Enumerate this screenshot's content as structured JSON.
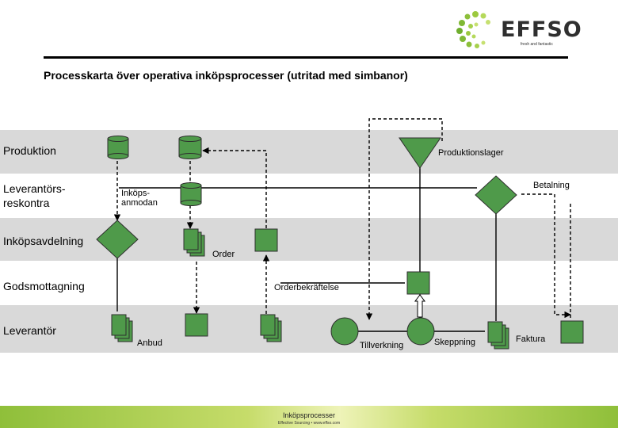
{
  "header": {
    "brand": "EFFSO",
    "tagline": "fresh and fantastic",
    "title": "Processkarta över operativa inköpsprocesser (utritad med simbanor)"
  },
  "lanes": [
    {
      "label": "Produktion",
      "color": "#d9d9d9"
    },
    {
      "label": "Leverantörs-\nreskontra",
      "color": "#ffffff"
    },
    {
      "label": "Inköpsavdelning",
      "color": "#d9d9d9"
    },
    {
      "label": "Godsmottagning",
      "color": "#ffffff"
    },
    {
      "label": "Leverantör",
      "color": "#d9d9d9"
    }
  ],
  "labels": {
    "produktionslager": "Produktionslager",
    "betalning": "Betalning",
    "inkopsanmodan": "Inköps-\nanmodan",
    "order": "Order",
    "orderbekraftelse": "Orderbekräftelse",
    "anbud": "Anbud",
    "tillverkning": "Tillverkning",
    "skeppning": "Skeppning",
    "faktura": "Faktura"
  },
  "colors": {
    "shape_fill": "#4f9a4a",
    "shape_stroke": "#2e2e2e",
    "lane_gray": "#d9d9d9",
    "footer_green": "#8fbf3a"
  },
  "footer": {
    "title": "Inköpsprocesser",
    "subtitle": "Effective Sourcing • www.effso.com"
  }
}
